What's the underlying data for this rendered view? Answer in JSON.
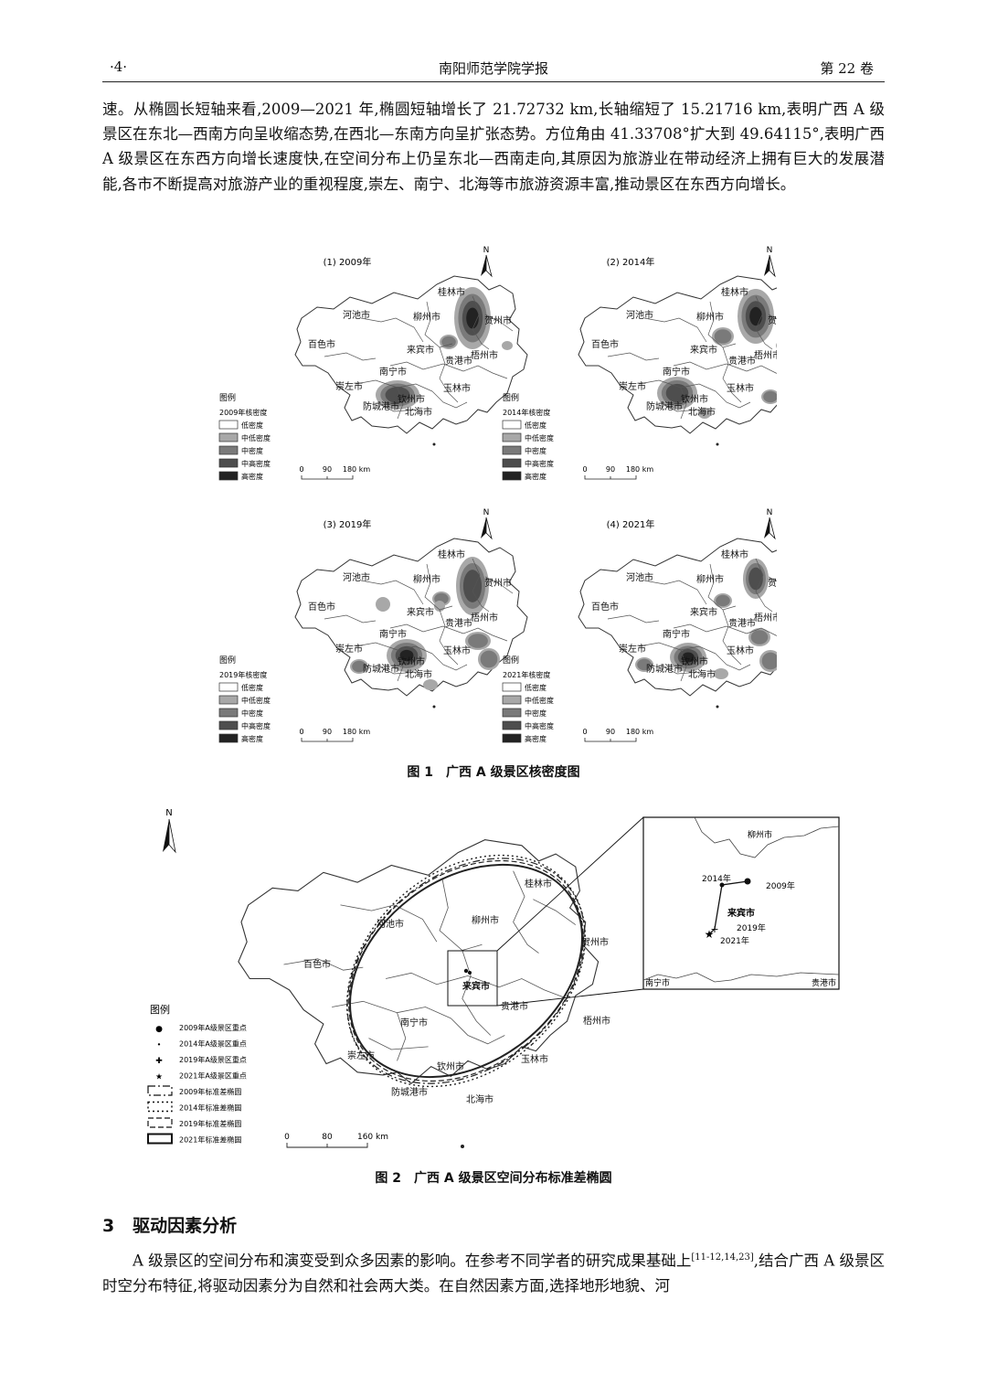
{
  "header": {
    "page": "·4·",
    "journal": "南阳师范学院学报",
    "volume": "第 22 卷"
  },
  "paragraph1": "速。从椭圆长短轴来看,2009—2021 年,椭圆短轴增长了 21.72732 km,长轴缩短了 15.21716 km,表明广西 A 级景区在东北—西南方向呈收缩态势,在西北—东南方向呈扩张态势。方位角由 41.33708°扩大到 49.64115°,表明广西 A 级景区在东西方向增长速度快,在空间分布上仍呈东北—西南走向,其原因为旅游业在带动经济上拥有巨大的发展潜能,各市不断提高对旅游产业的重视程度,崇左、南宁、北海等市旅游资源丰富,推动景区在东西方向增长。",
  "figure1": {
    "caption": "图 1　广西 A 级景区核密度图",
    "north": "N",
    "legend_title": "图例",
    "legend_items": [
      "低密度",
      "中低密度",
      "中密度",
      "中高密度",
      "高密度"
    ],
    "legend_colors": [
      "#ffffff",
      "#a8a8a8",
      "#7a7a7a",
      "#4e4e4e",
      "#222222"
    ],
    "scale_labels": [
      "0",
      "90",
      "180 km"
    ],
    "cities": [
      "河池市",
      "柳州市",
      "桂林市",
      "贺州市",
      "百色市",
      "来宾市",
      "梧州市",
      "贵港市",
      "南宁市",
      "崇左市",
      "钦州市",
      "玉林市",
      "防城港市",
      "北海市"
    ],
    "panels": [
      {
        "title": "(1) 2009年",
        "density_label": "2009年核密度"
      },
      {
        "title": "(2) 2014年",
        "density_label": "2014年核密度"
      },
      {
        "title": "(3) 2019年",
        "density_label": "2019年核密度"
      },
      {
        "title": "(4) 2021年",
        "density_label": "2021年核密度"
      }
    ]
  },
  "figure2": {
    "caption": "图 2　广西 A 级景区空间分布标准差椭圆",
    "north": "N",
    "legend_title": "图例",
    "legend_items": [
      "2009年A级景区重点",
      "2014年A级景区重点",
      "2019年A级景区重点",
      "2021年A级景区重点",
      "2009年标准差椭圆",
      "2014年标准差椭圆",
      "2019年标准差椭圆",
      "2021年标准差椭圆"
    ],
    "scale_labels": [
      "0",
      "80",
      "160 km"
    ],
    "cities": [
      "桂林市",
      "河池市",
      "柳州市",
      "贺州市",
      "百色市",
      "来宾市",
      "贵港市",
      "南宁市",
      "梧州市",
      "崇左市",
      "钦州市",
      "玉林市",
      "防城港市",
      "北海市"
    ],
    "inset_cities": [
      "柳州市",
      "来宾市",
      "南宁市",
      "贵港市"
    ],
    "inset_years": [
      "2014年",
      "2009年",
      "2019年",
      "2021年"
    ]
  },
  "section3": {
    "number": "3",
    "title": "驱动因素分析"
  },
  "paragraph2_a": "A 级景区的空间分布和演变受到众多因素的影响。在参考不同学者的研究成果基础上",
  "paragraph2_ref": "[11-12,14,23]",
  "paragraph2_b": ",结合广西 A 级景区时空分布特征,将驱动因素分为自然和社会两大类。在自然因素方面,选择地形地貌、河"
}
